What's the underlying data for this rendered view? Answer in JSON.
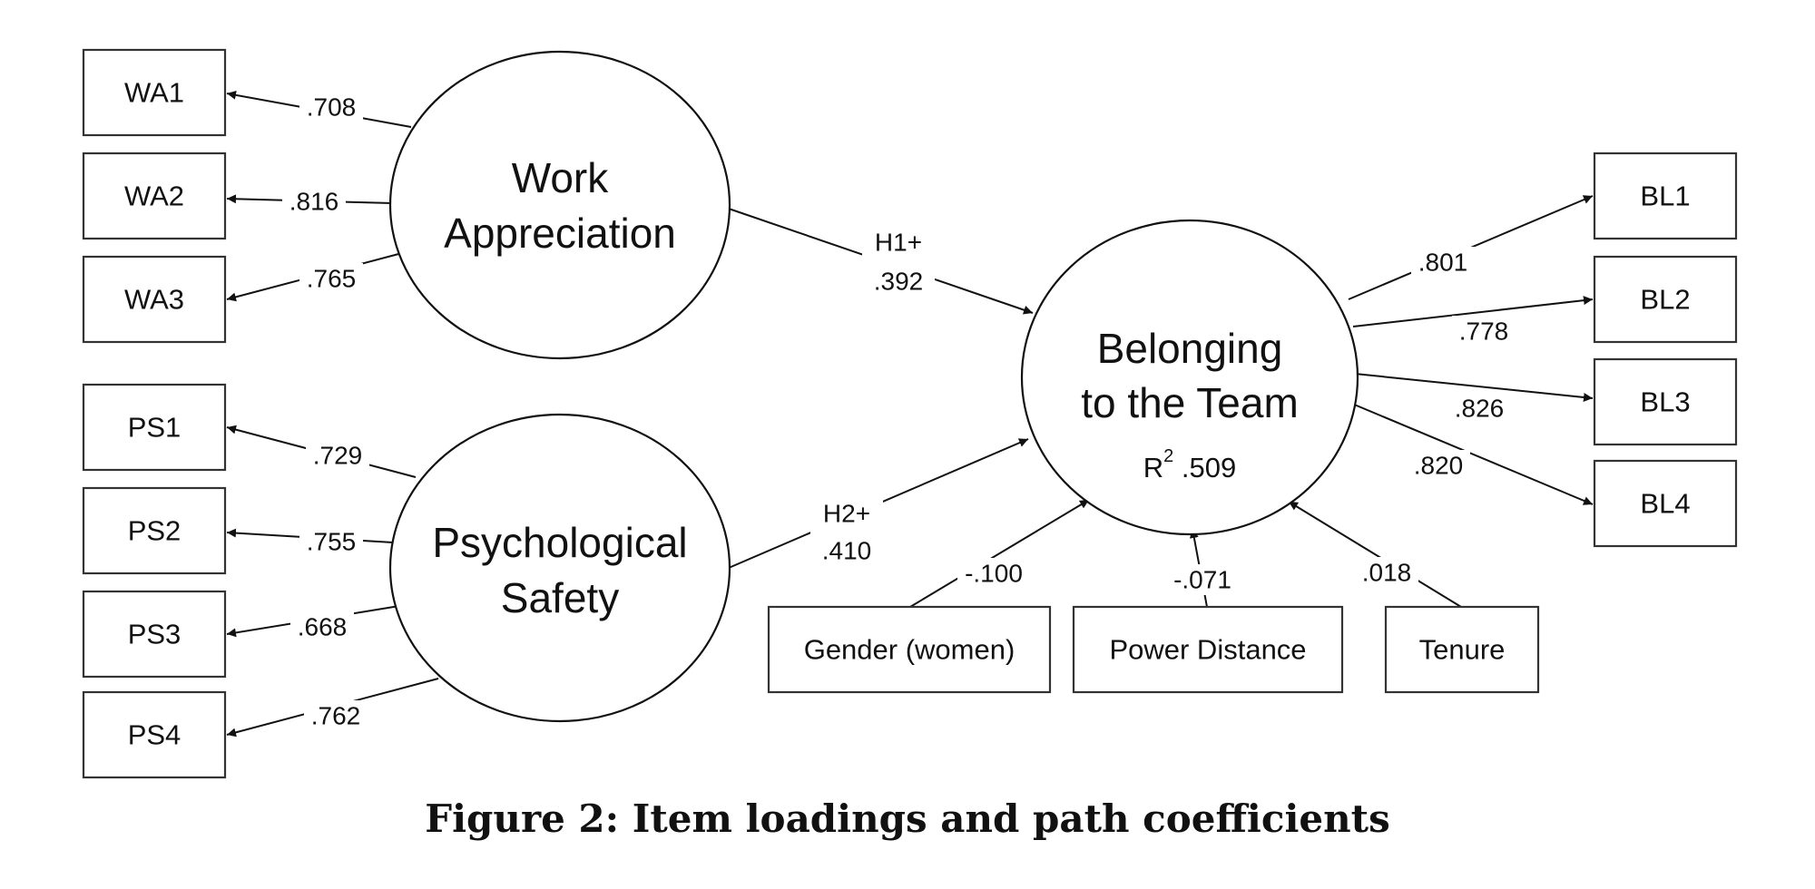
{
  "caption": "Figure 2: Item loadings and path coefficients",
  "constructs": {
    "work_appreciation": {
      "line1": "Work",
      "line2": "Appreciation"
    },
    "psychological_safety": {
      "line1": "Psychological",
      "line2": "Safety"
    },
    "belonging": {
      "line1": "Belonging",
      "line2": "to the Team",
      "r2_label": "R",
      "r2_sup": "2",
      "r2_value": ".509"
    }
  },
  "indicators": {
    "wa": [
      {
        "label": "WA1",
        "loading": ".708"
      },
      {
        "label": "WA2",
        "loading": ".816"
      },
      {
        "label": "WA3",
        "loading": ".765"
      }
    ],
    "ps": [
      {
        "label": "PS1",
        "loading": ".729"
      },
      {
        "label": "PS2",
        "loading": ".755"
      },
      {
        "label": "PS3",
        "loading": ".668"
      },
      {
        "label": "PS4",
        "loading": ".762"
      }
    ],
    "bl": [
      {
        "label": "BL1",
        "loading": ".801"
      },
      {
        "label": "BL2",
        "loading": ".778"
      },
      {
        "label": "BL3",
        "loading": ".826"
      },
      {
        "label": "BL4",
        "loading": ".820"
      }
    ]
  },
  "paths": {
    "h1": {
      "hypothesis": "H1+",
      "coefficient": ".392"
    },
    "h2": {
      "hypothesis": "H2+",
      "coefficient": ".410"
    }
  },
  "controls": [
    {
      "label": "Gender (women)",
      "coefficient": "-.100"
    },
    {
      "label": "Power Distance",
      "coefficient": "-.071"
    },
    {
      "label": "Tenure",
      "coefficient": ".018"
    }
  ]
}
